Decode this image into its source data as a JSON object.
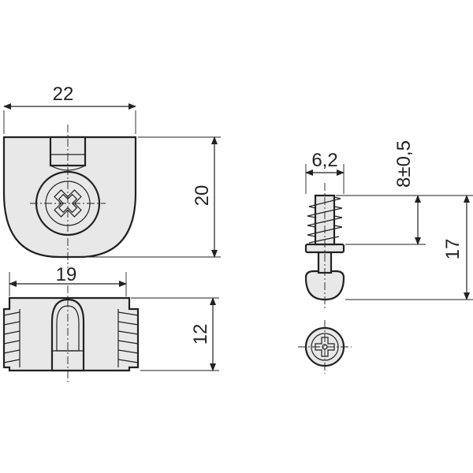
{
  "colors": {
    "fill": "#e8e8e8",
    "stroke": "#222222"
  },
  "dimensions": {
    "width_22": "22",
    "height_20": "20",
    "width_19": "19",
    "height_12": "12",
    "diameter_6_2": "6,2",
    "length_8": "8±0,5",
    "length_17": "17"
  }
}
